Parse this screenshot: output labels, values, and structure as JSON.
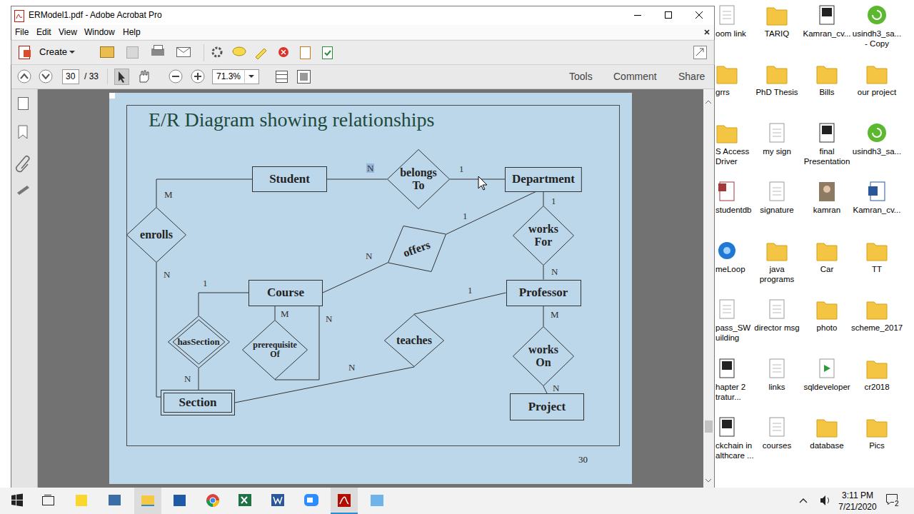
{
  "diagram": {
    "title": "E/R Diagram showing relationships",
    "nodes": [
      {
        "text": [
          "Student"
        ]
      },
      {
        "text": [
          "belongs To"
        ]
      },
      {
        "text": [
          "Department"
        ]
      },
      {
        "text": [
          "enrolls"
        ]
      },
      {
        "text": [
          "offers"
        ]
      },
      {
        "text": [
          "works For"
        ]
      },
      {
        "text": [
          "Course"
        ]
      },
      {
        "text": [
          "Professor"
        ]
      },
      {
        "text": [
          "hasSection"
        ]
      },
      {
        "text": [
          "prerequisite Of"
        ]
      },
      {
        "text": [
          "teaches"
        ]
      },
      {
        "text": [
          "works On"
        ]
      },
      {
        "text": [
          "Section"
        ]
      },
      {
        "text": [
          "Project"
        ]
      }
    ],
    "edges": [
      {
        "from": 0,
        "to": 1,
        "arrow": "none",
        "label": "N"
      },
      {
        "from": 1,
        "to": 2,
        "arrow": "none",
        "label": "1"
      },
      {
        "from": 0,
        "to": 3,
        "arrow": "none",
        "label": "M"
      },
      {
        "from": 3,
        "to": 12,
        "arrow": "none",
        "label": "N"
      },
      {
        "from": 2,
        "to": 4,
        "arrow": "none",
        "label": "1"
      },
      {
        "from": 4,
        "to": 6,
        "arrow": "none",
        "label": "N"
      },
      {
        "from": 2,
        "to": 5,
        "arrow": "none",
        "label": "1"
      },
      {
        "from": 5,
        "to": 7,
        "arrow": "none",
        "label": "N"
      },
      {
        "from": 6,
        "to": 8,
        "arrow": "none",
        "label": "1"
      },
      {
        "from": 8,
        "to": 12,
        "arrow": "none",
        "label": "N"
      },
      {
        "from": 6,
        "to": 9,
        "arrow": "none",
        "label": "M"
      },
      {
        "from": 9,
        "to": 6,
        "arrow": "none",
        "label": "N"
      },
      {
        "from": 7,
        "to": 10,
        "arrow": "none",
        "label": "1"
      },
      {
        "from": 10,
        "to": 12,
        "arrow": "none",
        "label": "N"
      },
      {
        "from": 7,
        "to": 11,
        "arrow": "none",
        "label": "M"
      },
      {
        "from": 11,
        "to": 13,
        "arrow": "none",
        "label": "N"
      }
    ],
    "labels": [
      "ERModel1.pdf - Adobe Acrobat Pro",
      "File",
      "Edit",
      "View",
      "Window",
      "Help",
      "Create",
      "30",
      "/ 33",
      "71.3%",
      "Tools",
      "Comment",
      "Share",
      "30",
      "oom link",
      "TARIQ",
      "Kamran_cv...",
      "usindh3_sa... - Copy",
      "grrs",
      "PhD Thesis",
      "Bills",
      "our project",
      "S Access Driver",
      "my sign",
      "final Presentation",
      "usindh3_sa...",
      "studentdb",
      "signature",
      "kamran",
      "Kamran_cv...",
      "meLoop",
      "java programs",
      "Car",
      "TT",
      "pass_SW uilding",
      "director msg",
      "photo",
      "scheme_2017",
      "hapter 2 tratur...",
      "links",
      "sqldeveloper",
      "cr2018",
      "ckchain in althcare ...",
      "courses",
      "database",
      "Pics",
      "3:11 PM",
      "7/21/2020",
      "2"
    ]
  }
}
